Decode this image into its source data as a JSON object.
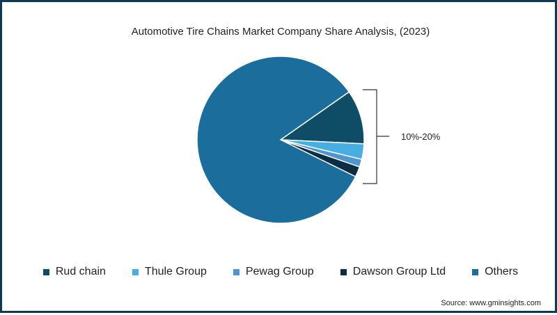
{
  "chart_data": {
    "type": "pie",
    "title": "Automotive Tire Chains Market Company Share Analysis, (2023)",
    "bracket_label": "10%-20%",
    "series": [
      {
        "name": "Rud chain",
        "value": 10.5,
        "color": "#0f4c65"
      },
      {
        "name": "Thule Group",
        "value": 3.0,
        "color": "#46aee0"
      },
      {
        "name": "Pewag Group",
        "value": 1.5,
        "color": "#4f95d0"
      },
      {
        "name": "Dawson Group Ltd",
        "value": 2.0,
        "color": "#0b2e45"
      },
      {
        "name": "Others",
        "value": 83.0,
        "color": "#1b6d9c"
      }
    ],
    "legend_position": "bottom"
  },
  "source": "Source: www.gminsights.com"
}
